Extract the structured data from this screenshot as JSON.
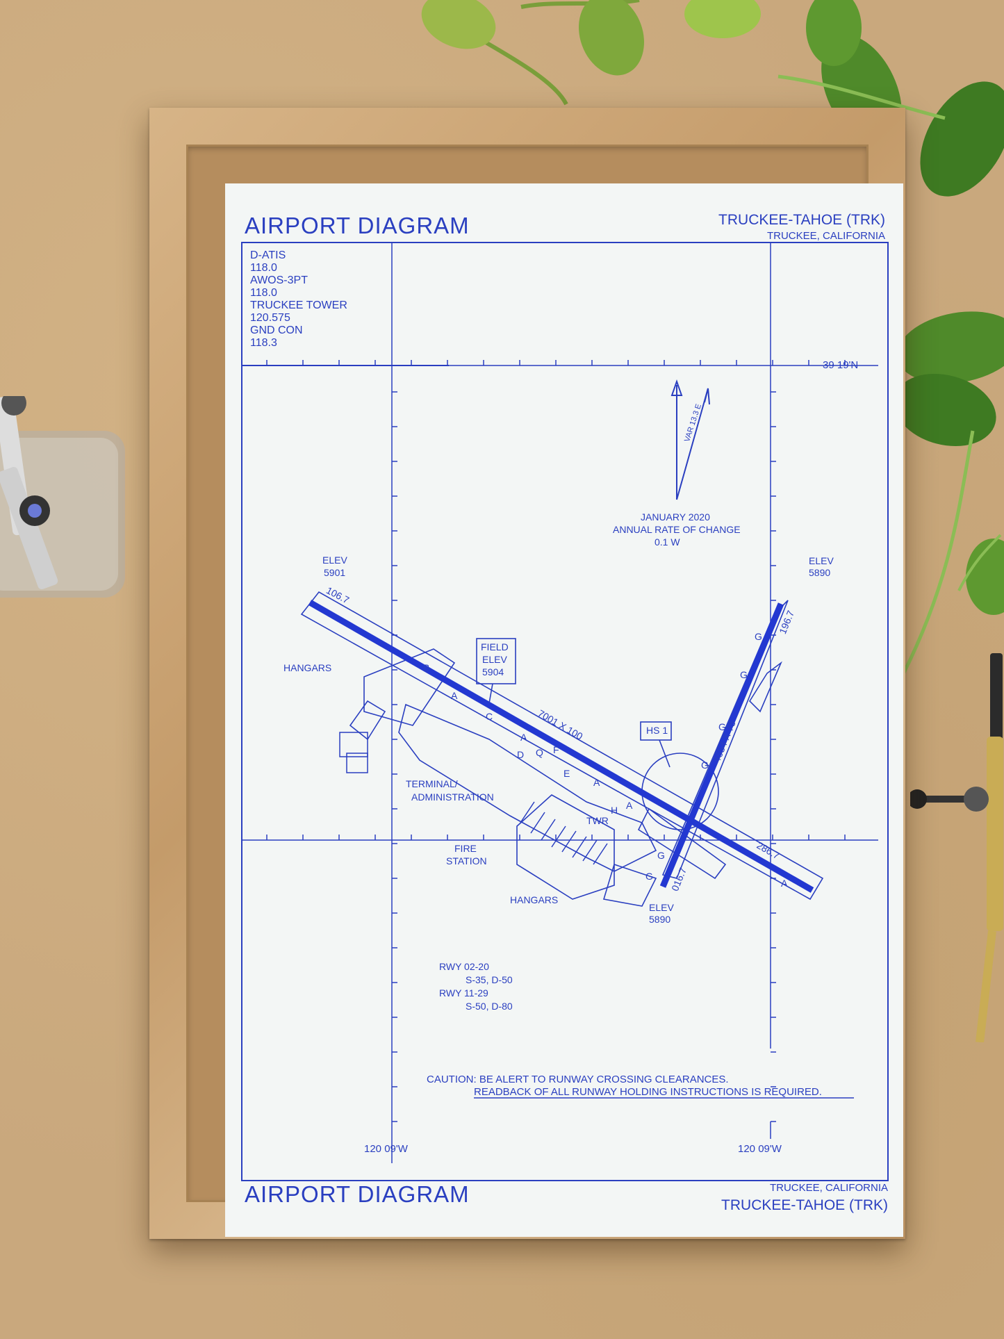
{
  "header": {
    "title": "AIRPORT DIAGRAM",
    "airport": "TRUCKEE-TAHOE (TRK)",
    "location": "TRUCKEE, CALIFORNIA"
  },
  "footer": {
    "title": "AIRPORT DIAGRAM",
    "location": "TRUCKEE, CALIFORNIA",
    "airport": "TRUCKEE-TAHOE (TRK)"
  },
  "frequencies": [
    "D-ATIS",
    "118.0",
    "AWOS-3PT",
    "118.0",
    "TRUCKEE TOWER",
    "120.575",
    "GND CON",
    "118.3"
  ],
  "coordinates": {
    "lat": "39 19'N",
    "lon_left": "120 09'W",
    "lon_right": "120 09'W"
  },
  "magnetic": {
    "var": "VAR 13.3 E",
    "date": "JANUARY 2020",
    "rate_label": "ANNUAL RATE OF CHANGE",
    "rate": "0.1  W"
  },
  "runways": {
    "rwy_11_29": {
      "dims": "7001 X 100",
      "hdg_11": "106.7",
      "hdg_29": "286.7",
      "elev_11_label": "ELEV",
      "elev_11": "5901"
    },
    "rwy_02_20": {
      "dims": "4654 X 75",
      "hdg_02": "016.7",
      "hdg_20": "196.7",
      "elev_20_label": "ELEV",
      "elev_20": "5890",
      "elev_02_label": "ELEV",
      "elev_02": "5890"
    }
  },
  "field_elev": {
    "l1": "FIELD",
    "l2": "ELEV",
    "l3": "5904"
  },
  "hot_spot": "HS 1",
  "labels": {
    "hangars_1": "HANGARS",
    "hangars_2": "HANGARS",
    "terminal_1": "TERMINAL/",
    "terminal_2": "ADMINISTRATION",
    "fire_1": "FIRE",
    "fire_2": "STATION",
    "tower": "TWR"
  },
  "strength": {
    "l1": "RWY 02-20",
    "l2": "S-35, D-50",
    "l3": "RWY 11-29",
    "l4": "S-50, D-80"
  },
  "caution": {
    "l1": "CAUTION:  BE ALERT TO RUNWAY CROSSING CLEARANCES.",
    "l2": "READBACK OF ALL RUNWAY HOLDING INSTRUCTIONS IS REQUIRED."
  },
  "taxiways": [
    "A",
    "A",
    "A",
    "A",
    "A",
    "B",
    "C",
    "D",
    "E",
    "F",
    "G",
    "G",
    "G",
    "G",
    "G",
    "G",
    "H",
    "Q"
  ],
  "colors": {
    "ink": "#2a3fc0",
    "paper": "#f3f6f5",
    "frame": "#c99f6c",
    "desk": "#c9a87d",
    "leaf": "#5f8a2e"
  }
}
